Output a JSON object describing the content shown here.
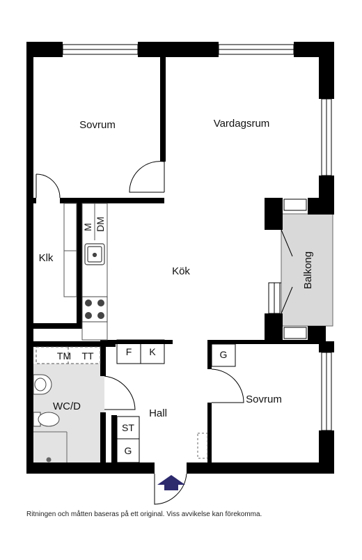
{
  "rooms": {
    "bedroom_1": "Sovrum",
    "living_room": "Vardagsrum",
    "closet": "Klk",
    "kitchen": "Kök",
    "balcony": "Balkong",
    "bathroom": "WC/D",
    "hall": "Hall",
    "bedroom_2": "Sovrum"
  },
  "fixtures": {
    "microwave": "M",
    "dishwasher": "DM",
    "dryer": "TM",
    "drying_cabinet": "TT",
    "freezer": "F",
    "fridge": "K",
    "wardrobe_bedroom2": "G",
    "storage_hall": "ST",
    "wardrobe_hall": "G"
  },
  "disclaimer": "Ritningen och måtten baseras på ett original. Viss avvikelse kan förekomma.",
  "colors": {
    "wall": "#000000",
    "wet_room_floor": "#e3e3e3",
    "balcony_floor": "#d9d9d9",
    "entrance_arrow": "#2d2a6e",
    "fixture_line": "#555555"
  },
  "icons": {
    "entrance": "entrance-arrow-icon",
    "sink": "sink-icon",
    "stove": "stove-icon",
    "toilet": "toilet-icon",
    "washbasin": "washbasin-icon"
  }
}
